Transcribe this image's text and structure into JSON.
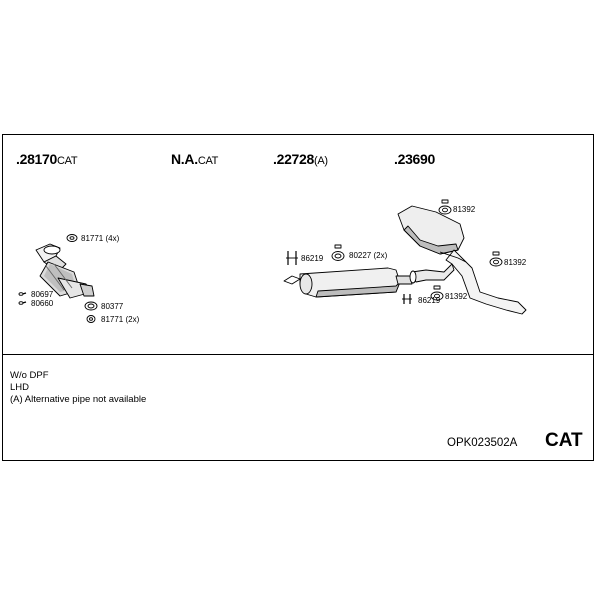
{
  "header": {
    "columns": [
      {
        "number": ".28170",
        "suffix": "CAT"
      },
      {
        "number": "N.A.",
        "suffix": "CAT"
      },
      {
        "number": ".22728",
        "suffix": "(A)"
      },
      {
        "number": ".23690",
        "suffix": ""
      }
    ]
  },
  "callouts": {
    "c81771_4x": "81771 (4x)",
    "c80697": "80697",
    "c80660": "80660",
    "c80377": "80377",
    "c81771_2x": "81771 (2x)",
    "c86219_a": "86219",
    "c80227_2x": "80227 (2x)",
    "c86219_b": "86219",
    "c81392_a": "81392",
    "c81392_b": "81392",
    "c81392_c": "81392"
  },
  "notes": {
    "line1": "W/o DPF",
    "line2": "LHD",
    "line3": "(A) Alternative pipe not available"
  },
  "footer": {
    "code": "OPK023502A",
    "category": "CAT"
  }
}
